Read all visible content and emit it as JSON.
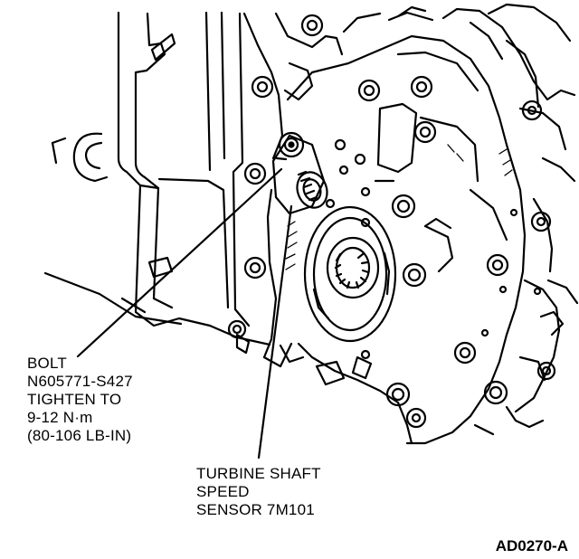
{
  "callouts": {
    "bolt": {
      "lines": [
        "BOLT",
        "N605771-S427",
        "TIGHTEN TO",
        "9-12 N·m",
        "(80-106 LB-IN)"
      ]
    },
    "sensor": {
      "lines": [
        "TURBINE SHAFT",
        "SPEED",
        "SENSOR 7M101"
      ]
    }
  },
  "figure_id": "AD0270-A",
  "colors": {
    "ink": "#000000",
    "paper": "#ffffff"
  }
}
